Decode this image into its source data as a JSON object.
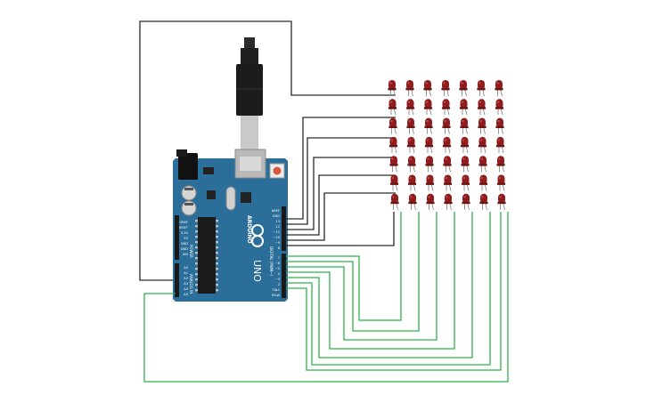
{
  "board": {
    "brand": "ARDUINO",
    "model": "UNO",
    "digital_header": "DIGITAL (PWM~)",
    "power_header": "POWER",
    "analog_header": "ANALOG IN",
    "top_pins": [
      "AREF",
      "GND",
      "13",
      "12",
      "~11",
      "~10",
      "~9",
      "8"
    ],
    "bottom_pins": [
      "7",
      "~6",
      "~5",
      "4",
      "~3",
      "2",
      "TX▸1",
      "RX◂0"
    ],
    "power_pins": [
      "IOREF",
      "RESET",
      "3.3V",
      "5V",
      "GND",
      "GND",
      "VIN"
    ],
    "analog_pins": [
      "A0",
      "A1",
      "A2",
      "A3",
      "A4",
      "A5"
    ],
    "color": "#2b6e99"
  },
  "matrix": {
    "rows": 7,
    "cols": 7,
    "led_color": "#8f1d1d"
  },
  "wire_colors": {
    "anode": "#2a2a2a",
    "cathode": "#2fb34a"
  }
}
